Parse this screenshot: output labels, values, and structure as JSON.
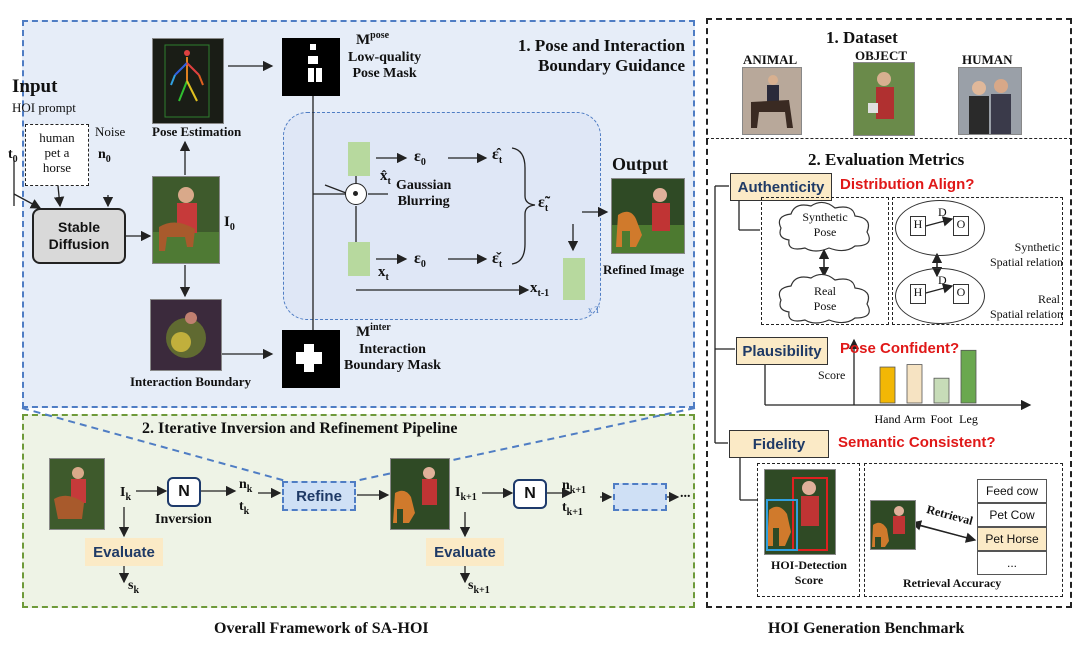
{
  "left": {
    "input_title": "Input",
    "hoi_prompt_label": "HOI prompt",
    "noise_label": "Noise",
    "t0": "t",
    "t0_sub": "0",
    "n0": "n",
    "n0_sub": "0",
    "prompt_text": [
      "human",
      "pet a",
      "horse"
    ],
    "sd_lines": [
      "Stable",
      "Diffusion"
    ],
    "i0": "I",
    "i0_sub": "0",
    "pose_estimation": "Pose Estimation",
    "interaction_boundary": "Interaction Boundary"
  },
  "stage1": {
    "title_line1": "1. Pose and Interaction",
    "title_line2": "Boundary Guidance",
    "m_pose": "M",
    "m_pose_sup": "pose",
    "pose_mask_line1": "Low-quality",
    "pose_mask_line2": "Pose Mask",
    "m_inter": "M",
    "m_inter_sup": "inter",
    "inter_mask_line1": "Interaction",
    "inter_mask_line2": "Boundary Mask",
    "gaussian_line1": "Gaussian",
    "gaussian_line2": "Blurring",
    "eps0_top": "ε",
    "eps0_sub": "0",
    "eps_hat": "ε̂",
    "eps_check": "ε̌",
    "eps_tilde": "ε̃",
    "t_sub": "t",
    "x_hat": "x̂",
    "x_t": "x",
    "x_t1": "x",
    "x_t1_sub": "t-1",
    "xT": "x T",
    "output": "Output",
    "refined_image": "Refined Image"
  },
  "stage2": {
    "title": "2. Iterative Inversion and  Refinement Pipeline",
    "ik": "I",
    "ik_sub": "k",
    "n_label": "N",
    "inversion": "Inversion",
    "nk": "n",
    "nk_sub": "k",
    "tk": "t",
    "tk_sub": "k",
    "refine": "Refine",
    "ik1": "I",
    "ik1_sub": "k+1",
    "nk1": "n",
    "nk1_sub": "k+1",
    "tk1": "t",
    "tk1_sub": "k+1",
    "ellipsis": "...",
    "evaluate": "Evaluate",
    "sk": "s",
    "sk_sub": "k",
    "sk1": "s",
    "sk1_sub": "k+1"
  },
  "captions": {
    "left": "Overall Framework of SA-HOI",
    "right": "HOI Generation Benchmark"
  },
  "benchmark": {
    "dataset_title": "1. Dataset",
    "dataset_labels": [
      "ANIMAL",
      "OBJECT",
      "HUMAN"
    ],
    "metrics_title": "2. Evaluation Metrics",
    "authenticity": "Authenticity",
    "distribution_align": "Distribution Align?",
    "synthetic_pose": [
      "Synthetic",
      "Pose"
    ],
    "real_pose": [
      "Real",
      "Pose"
    ],
    "h": "H",
    "o": "O",
    "d": "D",
    "synthetic_spatial": [
      "Synthetic",
      "Spatial relation"
    ],
    "real_spatial": [
      "Real",
      "Spatial relation"
    ],
    "plausibility": "Plausibility",
    "pose_confident": "Pose Confident?",
    "score_label": "Score",
    "fidelity": "Fidelity",
    "semantic_consistent": "Semantic Consistent?",
    "hoi_detection": [
      "HOI-Detection",
      "Score"
    ],
    "retrieval": "Retrieval",
    "retrieval_options": [
      "Feed cow",
      "Pet Cow",
      "Pet Horse",
      "..."
    ],
    "retrieval_accuracy": "Retrieval Accuracy"
  },
  "chart_data": {
    "type": "bar",
    "categories": [
      "Hand",
      "Arm",
      "Foot",
      "Leg"
    ],
    "values": [
      0.58,
      0.62,
      0.4,
      0.85
    ],
    "ylabel": "Score",
    "colors": [
      "#f2b705",
      "#f6e3c2",
      "#c7dcb8",
      "#6aa84f"
    ]
  }
}
